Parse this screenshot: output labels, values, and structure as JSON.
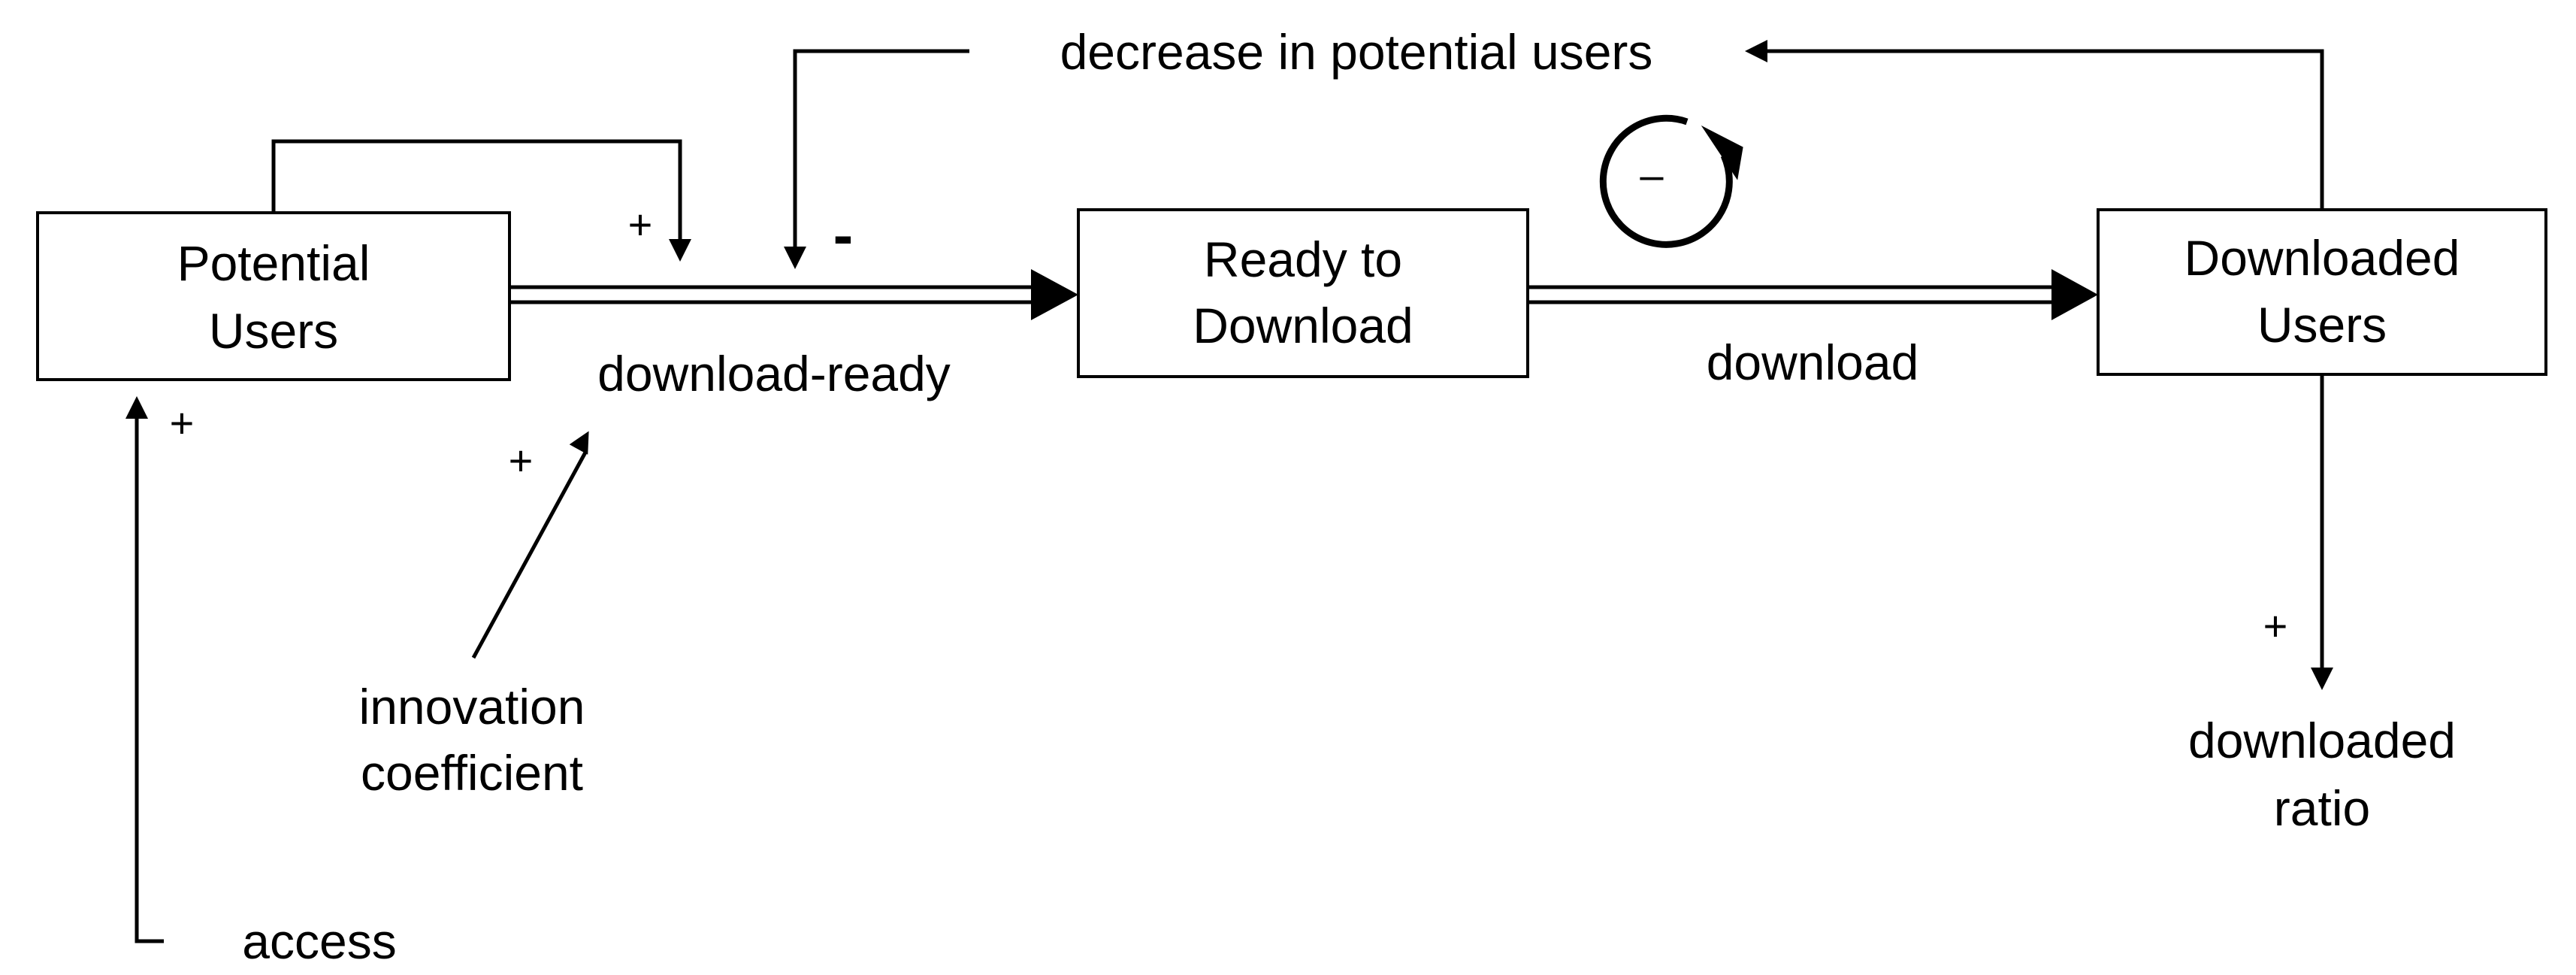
{
  "stocks": {
    "potential_users": {
      "line1": "Potential",
      "line2": "Users"
    },
    "ready_to_download": {
      "line1": "Ready to",
      "line2": "Download"
    },
    "downloaded_users": {
      "line1": "Downloaded",
      "line2": "Users"
    }
  },
  "flows": {
    "download_ready": "download-ready",
    "download": "download"
  },
  "variables": {
    "decrease_in_potential_users": "decrease in potential users",
    "innovation_coefficient": {
      "line1": "innovation",
      "line2": "coefficient"
    },
    "access": "access",
    "downloaded_ratio": {
      "line1": "downloaded",
      "line2": "ratio"
    }
  },
  "polarities": {
    "potential_users_to_download_ready": "+",
    "decrease_to_download_ready": "-",
    "access_to_potential_users": "+",
    "innovation_to_download_ready": "+",
    "downloaded_users_to_ratio": "+"
  },
  "loop": {
    "polarity": "–"
  },
  "colors": {
    "stroke": "#000000",
    "background": "#ffffff"
  }
}
